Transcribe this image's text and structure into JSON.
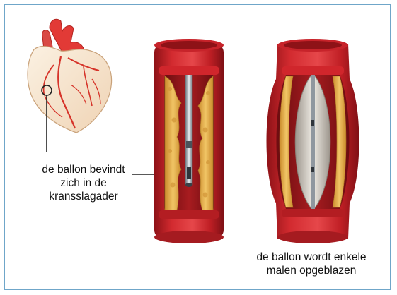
{
  "labels": {
    "left": {
      "line1": "de ballon bevindt",
      "line2": "zich in de",
      "line3": "kransslagader"
    },
    "right": {
      "line1": "de ballon wordt enkele",
      "line2": "malen opgeblazen"
    }
  },
  "colors": {
    "border": "#6fa6c9",
    "artery_red": "#c7232a",
    "artery_dark": "#7a0f14",
    "plaque": "#e8b24a",
    "heart_fill": "#f6e6cf",
    "heart_vessel": "#d6342a",
    "balloon": "#d9d4cc",
    "catheter": "#9aa3ad"
  },
  "icons": {
    "heart": "heart-illustration",
    "artery_narrowed": "narrowed-artery-with-catheter",
    "artery_inflated": "artery-with-inflated-balloon"
  }
}
